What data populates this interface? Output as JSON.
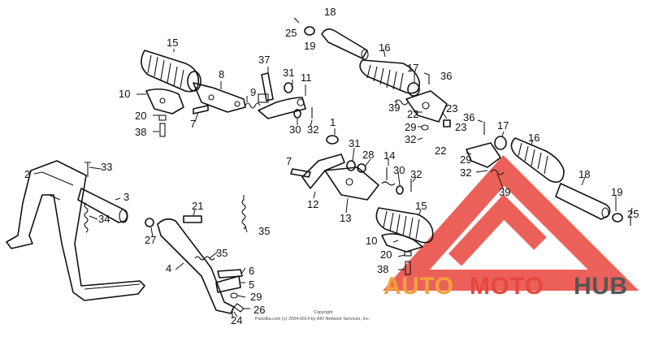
{
  "diagram": {
    "callouts": [
      {
        "id": "c18a",
        "text": "18"
      },
      {
        "id": "c25a",
        "text": "25"
      },
      {
        "id": "c19a",
        "text": "19"
      },
      {
        "id": "c15a",
        "text": "15"
      },
      {
        "id": "c16a",
        "text": "16"
      },
      {
        "id": "c37",
        "text": "37"
      },
      {
        "id": "c8",
        "text": "8"
      },
      {
        "id": "c31a",
        "text": "31"
      },
      {
        "id": "c11",
        "text": "11"
      },
      {
        "id": "c17a",
        "text": "17"
      },
      {
        "id": "c36a",
        "text": "36"
      },
      {
        "id": "c10a",
        "text": "10"
      },
      {
        "id": "c9",
        "text": "9"
      },
      {
        "id": "c39a",
        "text": "39"
      },
      {
        "id": "c22a",
        "text": "22"
      },
      {
        "id": "c23a",
        "text": "23"
      },
      {
        "id": "c20a",
        "text": "20"
      },
      {
        "id": "c7a",
        "text": "7"
      },
      {
        "id": "c30a",
        "text": "30"
      },
      {
        "id": "c32a",
        "text": "32"
      },
      {
        "id": "c36b",
        "text": "36"
      },
      {
        "id": "c29a",
        "text": "29"
      },
      {
        "id": "c23b",
        "text": "23"
      },
      {
        "id": "c38a",
        "text": "38"
      },
      {
        "id": "c1",
        "text": "1"
      },
      {
        "id": "c32b",
        "text": "32"
      },
      {
        "id": "c17b",
        "text": "17"
      },
      {
        "id": "c16b",
        "text": "16"
      },
      {
        "id": "c31b",
        "text": "31"
      },
      {
        "id": "c28",
        "text": "28"
      },
      {
        "id": "c22b",
        "text": "22"
      },
      {
        "id": "c33",
        "text": "33"
      },
      {
        "id": "c14",
        "text": "14"
      },
      {
        "id": "c29b",
        "text": "29"
      },
      {
        "id": "c2",
        "text": "2"
      },
      {
        "id": "c7b",
        "text": "7"
      },
      {
        "id": "c30b",
        "text": "30"
      },
      {
        "id": "c32c",
        "text": "32"
      },
      {
        "id": "c32d",
        "text": "32"
      },
      {
        "id": "c18b",
        "text": "18"
      },
      {
        "id": "c3",
        "text": "3"
      },
      {
        "id": "c39b",
        "text": "39"
      },
      {
        "id": "c19b",
        "text": "19"
      },
      {
        "id": "c12",
        "text": "12"
      },
      {
        "id": "c21",
        "text": "21"
      },
      {
        "id": "c34",
        "text": "34"
      },
      {
        "id": "c13",
        "text": "13"
      },
      {
        "id": "c15b",
        "text": "15"
      },
      {
        "id": "c25b",
        "text": "25"
      },
      {
        "id": "c35a",
        "text": "35"
      },
      {
        "id": "c27",
        "text": "27"
      },
      {
        "id": "c10b",
        "text": "10"
      },
      {
        "id": "c35b",
        "text": "35"
      },
      {
        "id": "c20b",
        "text": "20"
      },
      {
        "id": "c6",
        "text": "6"
      },
      {
        "id": "c4",
        "text": "4"
      },
      {
        "id": "c38b",
        "text": "38"
      },
      {
        "id": "c5",
        "text": "5"
      },
      {
        "id": "c29c",
        "text": "29"
      },
      {
        "id": "c26",
        "text": "26"
      },
      {
        "id": "c24",
        "text": "24"
      }
    ],
    "copyright_line1": "Copyright",
    "copyright_line2": "Partzilla.com (c) 2004-2014 by ARI Network Services, Inc.",
    "ink_color": "#111111"
  },
  "watermark": {
    "brand_part1": "AUTO",
    "brand_part2": "MOTO",
    "brand_part3": "HUB",
    "color_orange": "#F2A23A",
    "color_red": "#E8463E",
    "color_gray": "#555555",
    "logo_icon": "triangle-logo-icon"
  }
}
